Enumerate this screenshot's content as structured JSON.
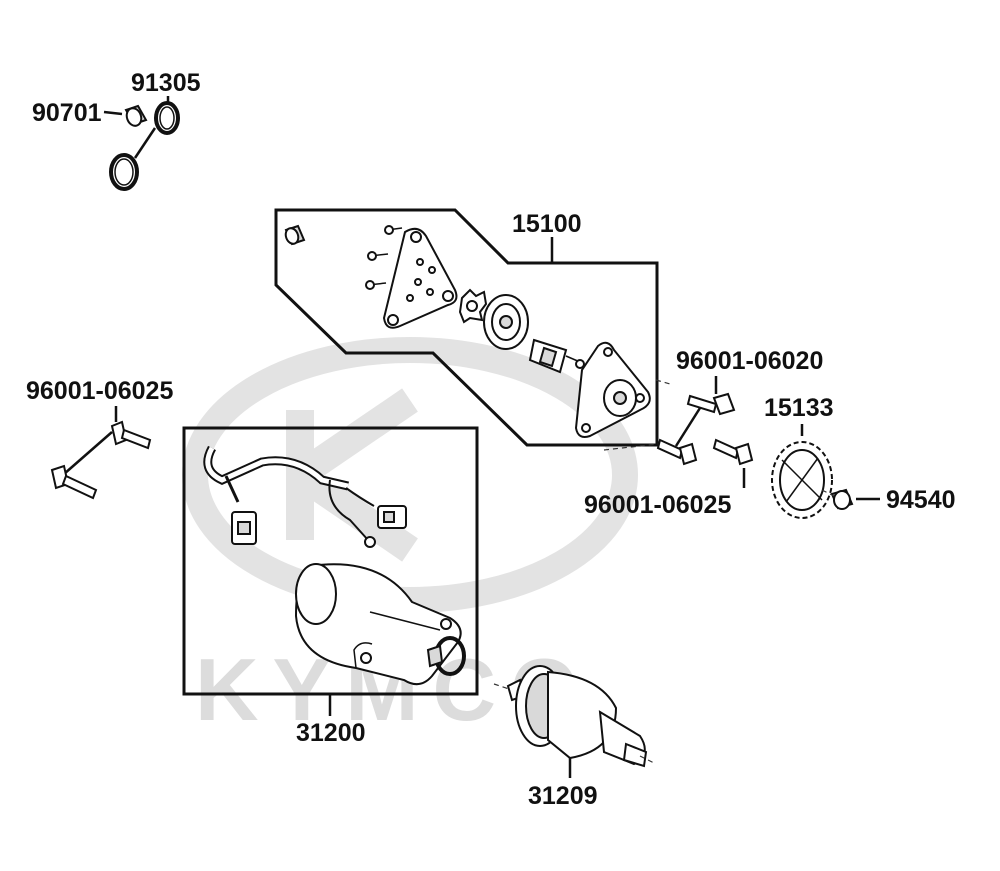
{
  "watermark": {
    "brand": "KYMCO"
  },
  "labels": {
    "p90701": "90701",
    "p91305": "91305",
    "p15100": "15100",
    "p96001_06025_left": "96001-06025",
    "p96001_06020": "96001-06020",
    "p15133": "15133",
    "p96001_06025_right": "96001-06025",
    "p94540": "94540",
    "p31200": "31200",
    "p31209": "31209"
  }
}
